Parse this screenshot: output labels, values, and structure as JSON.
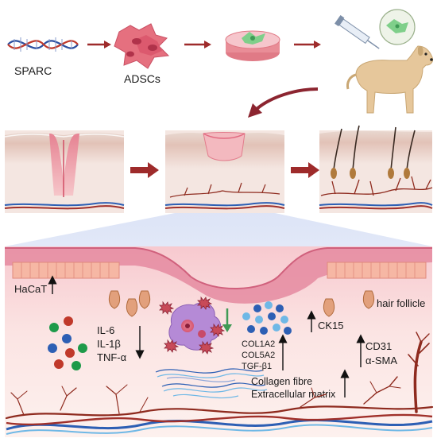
{
  "top_row": {
    "sparc_label": "SPARC",
    "adscs_label": "ADSCs"
  },
  "panel": {
    "hacat_label": "HaCaT",
    "cytokines": [
      "IL-6",
      "IL-1β",
      "TNF-α"
    ],
    "collagen_genes": [
      "COL1A2",
      "COL5A2",
      "TGF-β1"
    ],
    "ck15_label": "CK15",
    "hair_follicle_label": "hair follicle",
    "vascular_markers": [
      "CD31",
      "α-SMA"
    ],
    "matrix_labels": [
      "Collagen fibre",
      "Extracellular matrix"
    ]
  },
  "colors": {
    "arrow": "#9e2b2b",
    "dna_blue": "#2c4fa0",
    "dna_red": "#c0392b",
    "skin_pink": "#f2b8b5",
    "dermis": "#f8dcd6",
    "vessel": "#8e2a1e",
    "macrophage": "#b58ad6"
  }
}
